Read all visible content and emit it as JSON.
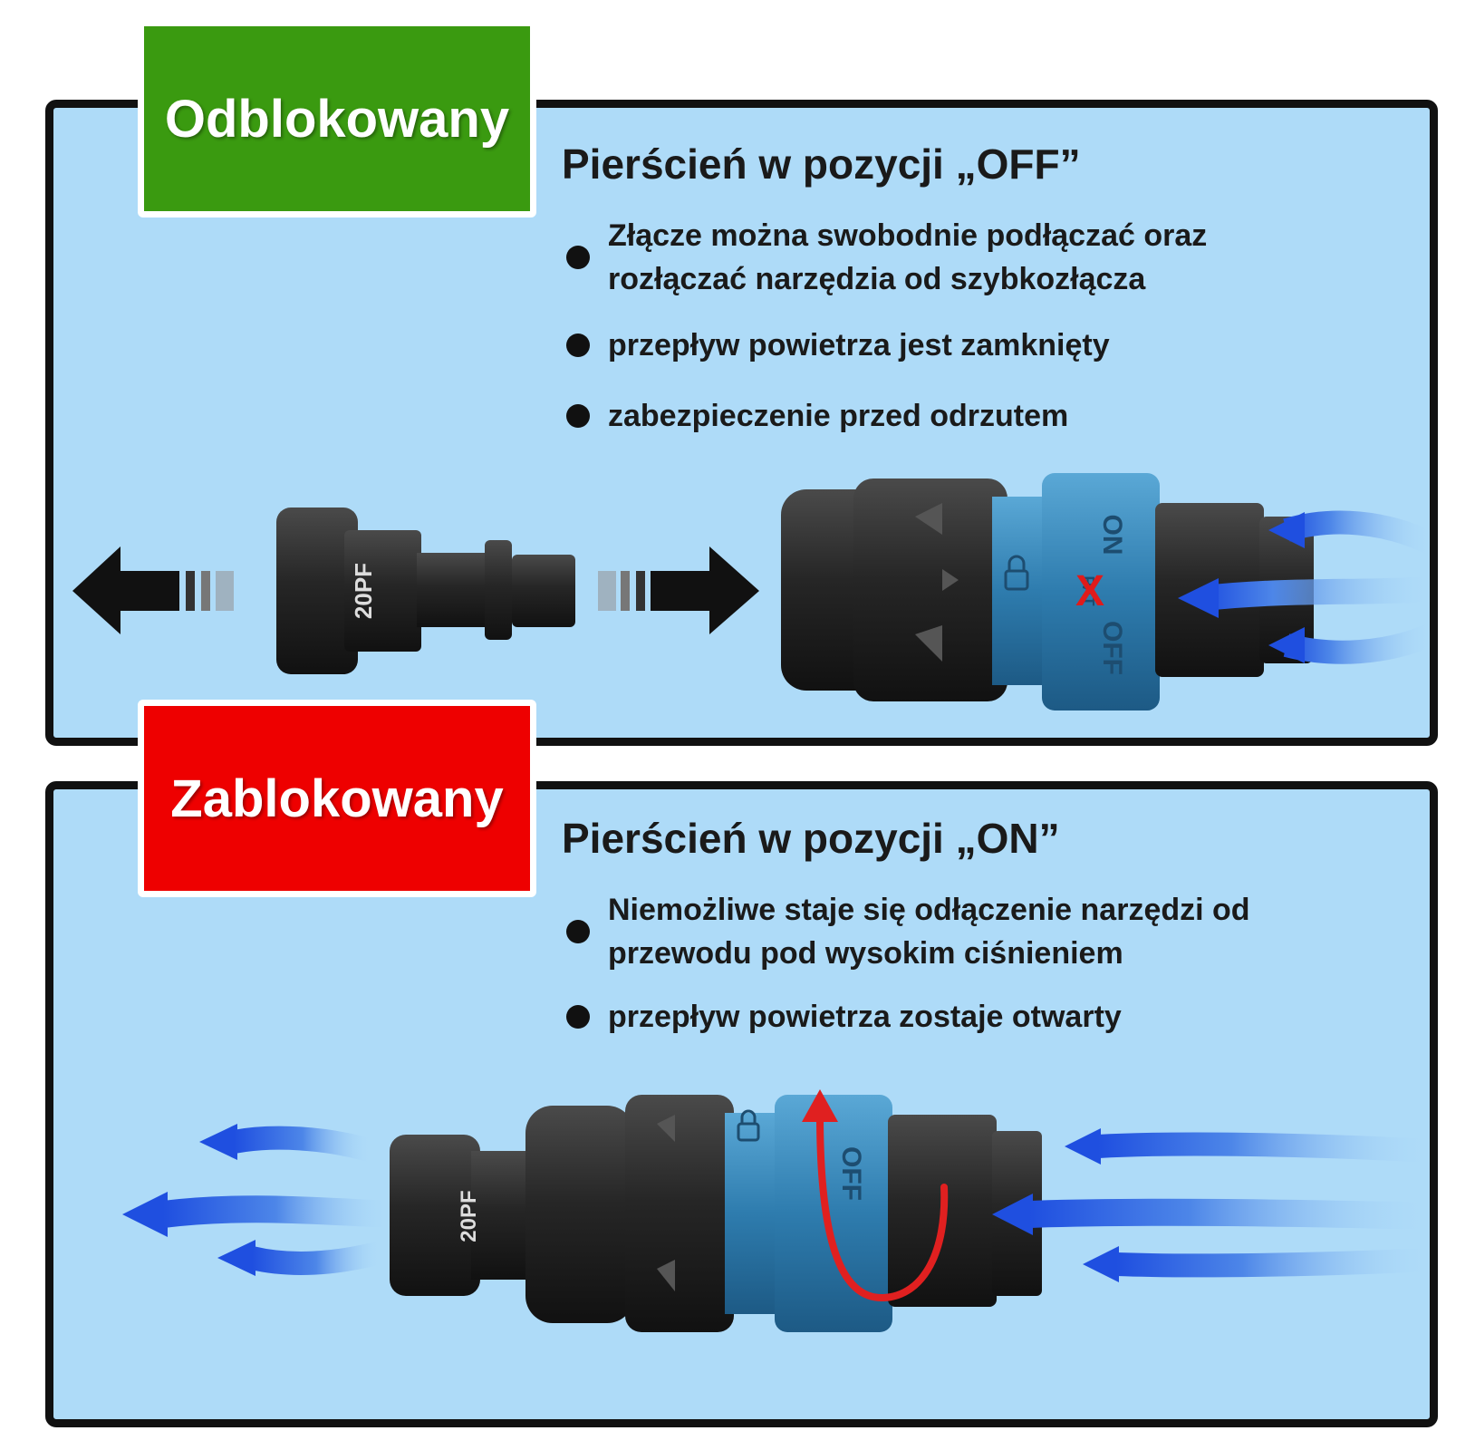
{
  "unlocked": {
    "badge": "Odblokowany",
    "heading": "Pierścień  w pozycji „OFF”",
    "bullets": [
      "Złącze można swobodnie podłączać oraz rozłączać narzędzia od szybkozłącza",
      "przepływ powietrza jest zamknięty",
      "zabezpieczenie przed odrzutem"
    ],
    "plug_marking": "20PF",
    "ring_labels": [
      "ON",
      "PAT",
      "OFF"
    ],
    "blocked_mark": "X"
  },
  "locked": {
    "badge": "Zablokowany",
    "heading": "Pierścień w pozycji „ON”",
    "bullets": [
      "Niemożliwe staje się odłączenie narzędzi od przewodu pod wysokim ciśnieniem",
      "przepływ powietrza zostaje otwarty"
    ],
    "plug_marking": "20PF",
    "ring_labels": [
      "OFF"
    ]
  },
  "colors": {
    "panel": "#aedbf8",
    "unlocked": "#3a9a10",
    "locked": "#ee0000",
    "ring": "#2f7fae",
    "flow_arrow": "#1f4fe0",
    "rotation_arrow": "#e02020"
  },
  "icons": [
    "push-arrow-icon",
    "pull-arrow-icon",
    "airflow-arrow-icon",
    "rotation-arrow-icon",
    "lock-icon"
  ]
}
